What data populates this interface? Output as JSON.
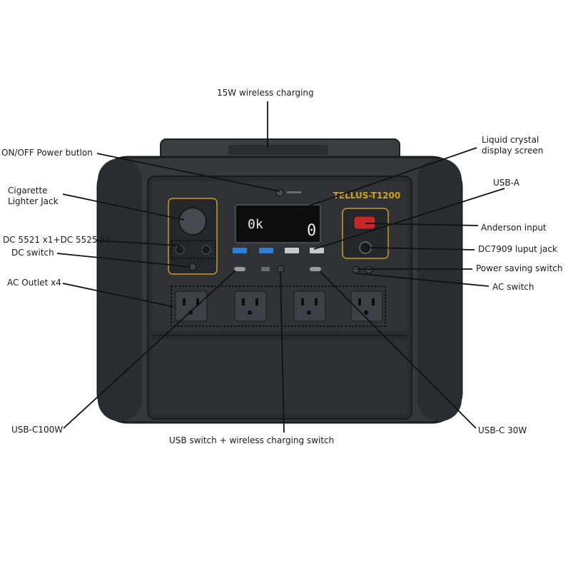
{
  "device": {
    "brand_plate": "TELLUS-T1200",
    "display_left": "0k",
    "display_right": "0"
  },
  "labels": {
    "wireless": "15W wireless charging",
    "onoff": "ON/OFF Power butlon",
    "cigarette_line1": "Cigarette",
    "cigarette_line2": "Lighter Jack",
    "dc_ports": "DC 5521 x1+DC 5525 x1",
    "dc_switch": "DC switch",
    "ac_outlet": "AC Outlet x4",
    "usb_c100w": "USB-C100W",
    "usb_switch": "USB switch + wireless charging switch",
    "usb_c30w": "USB-C 30W",
    "lcd_line1": "Liquid crystal",
    "lcd_line2": "display screen",
    "usb_a": "USB-A",
    "anderson": "Anderson input",
    "dc7909": "DC7909 luput jack",
    "power_saving": "Power saving switch",
    "ac_switch": "AC switch"
  },
  "colors": {
    "body": "#35373b",
    "body_dark": "#232427",
    "panel": "#2a2b2e",
    "accent": "#d4a017",
    "usb_blue": "#2f7fd8",
    "lcd_bg": "#0d0d0e",
    "lcd_text": "#e9e9e9",
    "anderson_red": "#c62828",
    "leader": "#111111"
  },
  "icons": [
    "power-icon",
    "usb-a-port-icon",
    "usb-c-port-icon",
    "ac-outlet-icon",
    "round-jack-icon"
  ]
}
